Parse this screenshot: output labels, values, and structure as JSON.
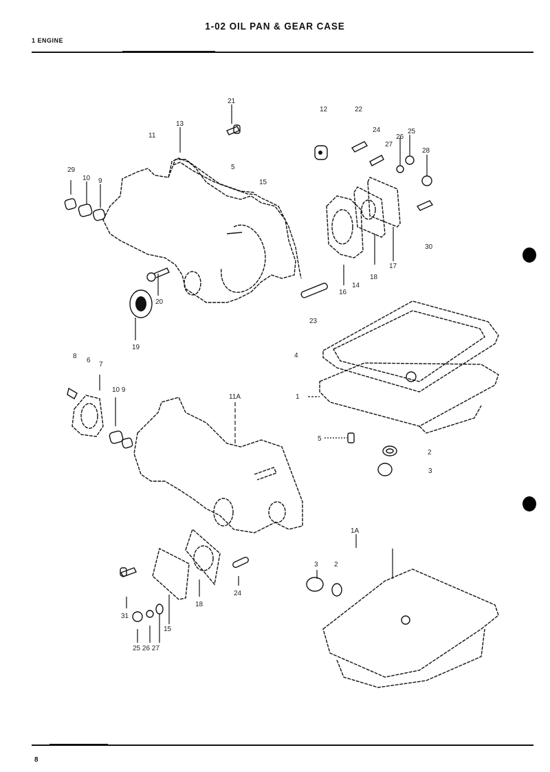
{
  "header": {
    "title": "1-02  OIL PAN & GEAR CASE",
    "section": "1  ENGINE"
  },
  "footer": {
    "page_number": "8"
  },
  "callouts": {
    "c21": "21",
    "c13": "13",
    "c11": "11",
    "c29": "29",
    "c10": "10",
    "c9": "9",
    "c5": "5",
    "c15": "15",
    "c12": "12",
    "c22": "22",
    "c24": "24",
    "c27": "27",
    "c26": "26",
    "c25": "25",
    "c28": "28",
    "c30": "30",
    "c16": "16",
    "c14": "14",
    "c18": "18",
    "c17": "17",
    "c20": "20",
    "c19": "19",
    "c23": "23",
    "b8": "8",
    "b6": "6",
    "b7": "7",
    "b10_9": "10 9",
    "b11a": "11A",
    "b4": "4",
    "b1": "1",
    "b5": "5",
    "b2": "2",
    "b3": "3",
    "d1a": "1A",
    "d3": "3",
    "d2": "2",
    "d24": "24",
    "d18": "18",
    "d31": "31",
    "d15": "15",
    "d25_26_27": "25 26 27"
  }
}
